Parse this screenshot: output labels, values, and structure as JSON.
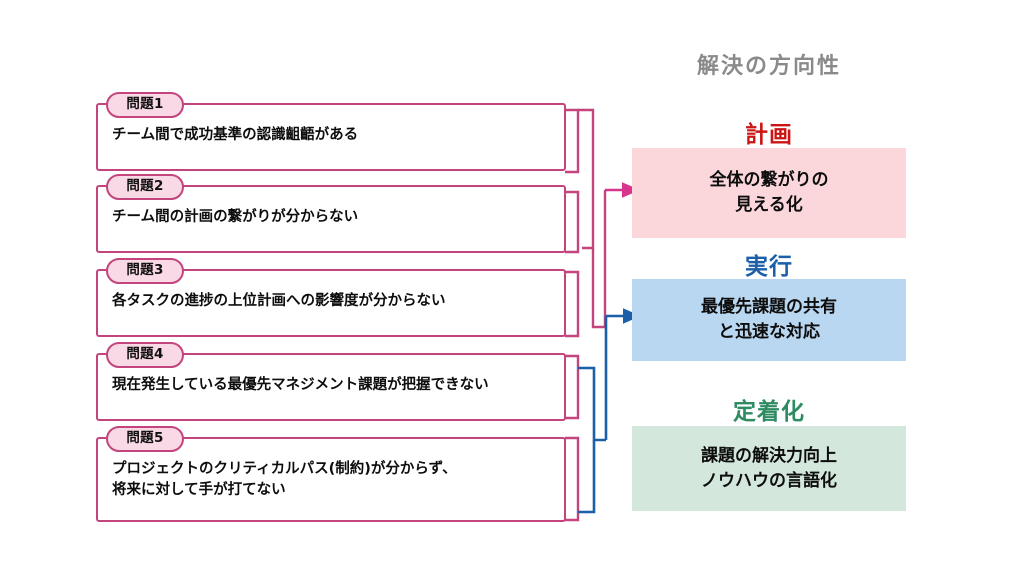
{
  "slide": {
    "background": "#ffffff",
    "right_column_title": "解決の方向性"
  },
  "problems": {
    "accent_border": "#C4447E",
    "tab_fill": "#F9D9E6",
    "items": [
      {
        "tab": "問題1",
        "text": "チーム間で成功基準の認識齟齬がある"
      },
      {
        "tab": "問題2",
        "text": "チーム間の計画の繋がりが分からない"
      },
      {
        "tab": "問題3",
        "text": "各タスクの進捗の上位計画への影響度が分からない"
      },
      {
        "tab": "問題4",
        "text": "現在発生している最優先マネジメント課題が把握できない"
      },
      {
        "tab": "問題5",
        "text": "プロジェクトのクリティカルパス(制約)が分からず、\n将来に対して手が打てない"
      }
    ]
  },
  "solutions": {
    "items": [
      {
        "heading": "計画",
        "heading_color": "#CC1414",
        "box_fill": "#FBD7DC",
        "text": "全体の繋がりの\n見える化"
      },
      {
        "heading": "実行",
        "heading_color": "#1B5FA8",
        "box_fill": "#BAD7F2",
        "text": "最優先課題の共有\nと迅速な対応"
      },
      {
        "heading": "定着化",
        "heading_color": "#2E8B62",
        "box_fill": "#D3E7DC",
        "text": "課題の解決力向上\nノウハウの言語化"
      }
    ]
  },
  "connectors": {
    "plan_group": {
      "color": "#C4447E",
      "from_problems": "問題1-問題3",
      "to": "計画"
    },
    "execute_group": {
      "color": "#1B5FA8",
      "from_problems": "問題4-問題5",
      "to": "実行"
    }
  }
}
